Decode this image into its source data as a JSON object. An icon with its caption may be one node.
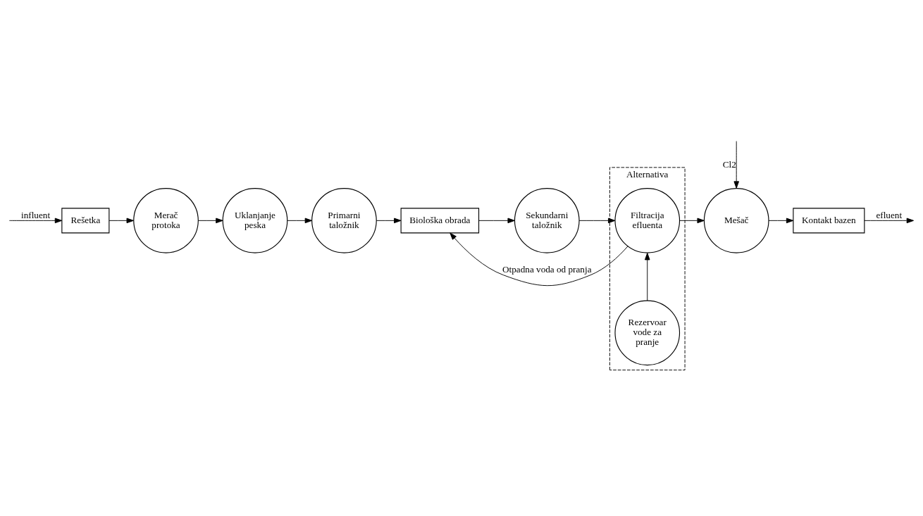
{
  "diagram": {
    "nodes": [
      {
        "text": [
          "Rešetka"
        ]
      },
      {
        "text": [
          "Merač protoka"
        ]
      },
      {
        "text": [
          "Uklanjanje peska"
        ]
      },
      {
        "text": [
          "Primarni taložnik"
        ]
      },
      {
        "text": [
          "Biološka obrada"
        ]
      },
      {
        "text": [
          "Sekundarni taložnik"
        ]
      },
      {
        "text": [
          "Alternativa"
        ]
      },
      {
        "text": [
          "Rezervoar vode za pranje"
        ],
        "in": 6
      },
      {
        "text": [
          "Filtracija efluenta"
        ],
        "in": 6
      },
      {
        "text": [
          "Mešač"
        ]
      },
      {
        "text": [
          "Kontakt bazen"
        ]
      }
    ],
    "edges": [
      {
        "from": null,
        "to": 0,
        "arrow": "to",
        "label": "influent"
      },
      {
        "from": 0,
        "to": 1,
        "arrow": "to"
      },
      {
        "from": 1,
        "to": 2,
        "arrow": "to"
      },
      {
        "from": 2,
        "to": 3,
        "arrow": "to"
      },
      {
        "from": 3,
        "to": 4,
        "arrow": "to"
      },
      {
        "from": 4,
        "to": 5,
        "arrow": "to"
      },
      {
        "from": 5,
        "to": 8,
        "arrow": "to"
      },
      {
        "from": 7,
        "to": 8,
        "arrow": "to"
      },
      {
        "from": 8,
        "to": 9,
        "arrow": "to"
      },
      {
        "from": null,
        "to": 9,
        "arrow": "to",
        "label": "Cl2"
      },
      {
        "from": 9,
        "to": 10,
        "arrow": "to"
      },
      {
        "from": 10,
        "to": null,
        "arrow": "to",
        "label": "efluent"
      },
      {
        "from": 8,
        "to": 4,
        "arrow": "to",
        "label": "Otpadna voda od pranja"
      }
    ]
  }
}
